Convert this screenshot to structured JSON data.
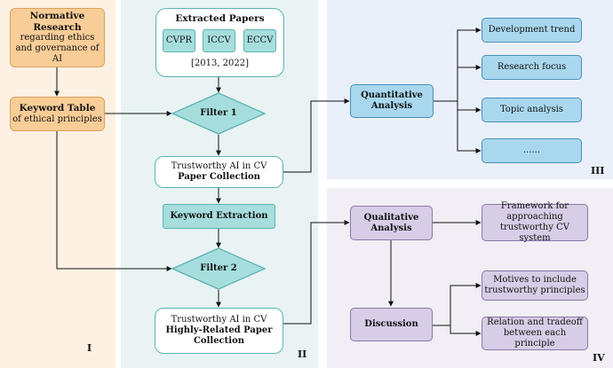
{
  "panels": {
    "i": "I",
    "ii": "II",
    "iii": "III",
    "iv": "IV"
  },
  "normative": {
    "title": "Normative Research",
    "text": "regarding ethics and governance of AI"
  },
  "keyword_table": {
    "title": "Keyword Table",
    "text": "of ethical principles"
  },
  "extracted": {
    "title": "Extracted Papers",
    "venues": [
      "CVPR",
      "ICCV",
      "ECCV"
    ],
    "range": "[2013, 2022]"
  },
  "filter1": "Filter 1",
  "filter2": "Filter 2",
  "collection1": {
    "line1": "Trustworthy AI in CV",
    "line2": "Paper Collection"
  },
  "keyword_extraction": "Keyword Extraction",
  "collection2": {
    "line1": "Trustworthy AI in CV",
    "line2": "Highly-Related Paper Collection"
  },
  "quantitative": {
    "title": "Quantitative Analysis",
    "items": [
      "Development trend",
      "Research focus",
      "Topic analysis",
      "......"
    ]
  },
  "qualitative": {
    "title": "Qualitative Analysis",
    "framework": "Framework for approaching trustworthy CV system"
  },
  "discussion": {
    "title": "Discussion",
    "items": [
      "Motives to include trustworthy principles",
      "Relation and tradeoff between each principle"
    ]
  }
}
